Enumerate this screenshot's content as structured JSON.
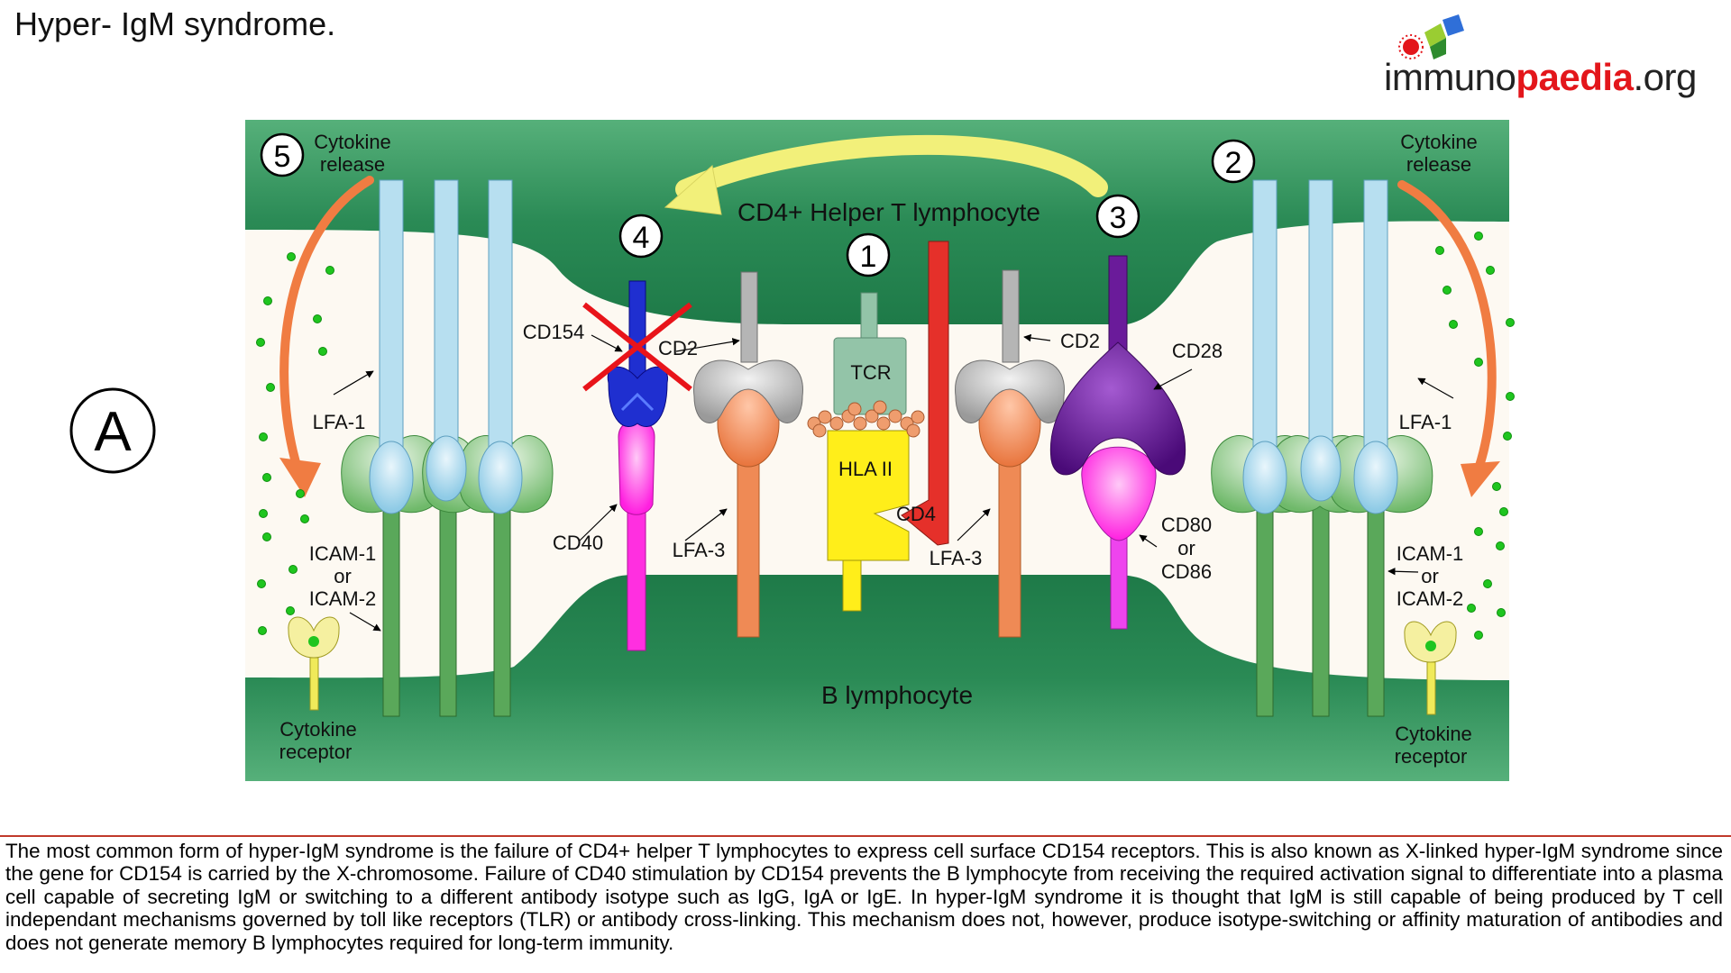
{
  "title": "Hyper- IgM syndrome.",
  "logo": {
    "part1": "immuno",
    "part2": "paedia",
    "part3": ".org"
  },
  "panel_label": "A",
  "cells": {
    "t_cell": "CD4+ Helper T lymphocyte",
    "b_cell": "B lymphocyte"
  },
  "steps": [
    "1",
    "2",
    "3",
    "4",
    "5"
  ],
  "labels": {
    "cytokine_release_left_1": "Cytokine",
    "cytokine_release_left_2": "release",
    "cytokine_release_right_1": "Cytokine",
    "cytokine_release_right_2": "release",
    "cytokine_receptor_left_1": "Cytokine",
    "cytokine_receptor_left_2": "receptor",
    "cytokine_receptor_right_1": "Cytokine",
    "cytokine_receptor_right_2": "receptor",
    "lfa1_left": "LFA-1",
    "lfa1_right": "LFA-1",
    "icam_left_1": "ICAM-1",
    "icam_left_2": "or",
    "icam_left_3": "ICAM-2",
    "icam_right_1": "ICAM-1",
    "icam_right_2": "or",
    "icam_right_3": "ICAM-2",
    "cd154": "CD154",
    "cd40": "CD40",
    "cd2_left": "CD2",
    "cd2_right": "CD2",
    "lfa3_left": "LFA-3",
    "lfa3_right": "LFA-3",
    "tcr": "TCR",
    "hla2": "HLA II",
    "cd4": "CD4",
    "cd28": "CD28",
    "cd80_1": "CD80",
    "cd80_2": "or",
    "cd80_3": "CD86"
  },
  "colors": {
    "membrane": "#2e8b57",
    "cytoplasm": "#fdf9f2",
    "lfa1": "#b7dff0",
    "icam": "#5aa85a",
    "cd154": "#1f2fd0",
    "cd40": "#ff2fe0",
    "cd2": "#b5b5b5",
    "lfa3": "#ef8a55",
    "tcr": "#93c4a8",
    "hla": "#ffee1a",
    "cd4": "#e5302a",
    "cd28": "#6a1b9a",
    "cd80": "#ee44ee",
    "cytokine_dot": "#1fc51f",
    "arrow_yellow": "#f2f07a",
    "arrow_orange": "#f07c42",
    "cross": "#e8141a"
  },
  "caption": "The most common form of hyper-IgM syndrome is the failure of CD4+ helper T lymphocytes to express cell surface CD154 receptors. This is also known as X-linked hyper-IgM syndrome since the gene for CD154 is carried by the X-chromosome.  Failure of CD40 stimulation by CD154 prevents the B lymphocyte from receiving the required activation signal to differentiate into a plasma cell capable of secreting IgM or switching to a different antibody isotype such as IgG, IgA or IgE. In hyper-IgM syndrome it is thought that IgM is still capable of being produced by T cell independant mechanisms governed by toll like receptors (TLR) or antibody cross-linking. This mechanism does not, however, produce isotype-switching or affinity maturation of antibodies and does not generate memory B lymphocytes required for long-term immunity."
}
